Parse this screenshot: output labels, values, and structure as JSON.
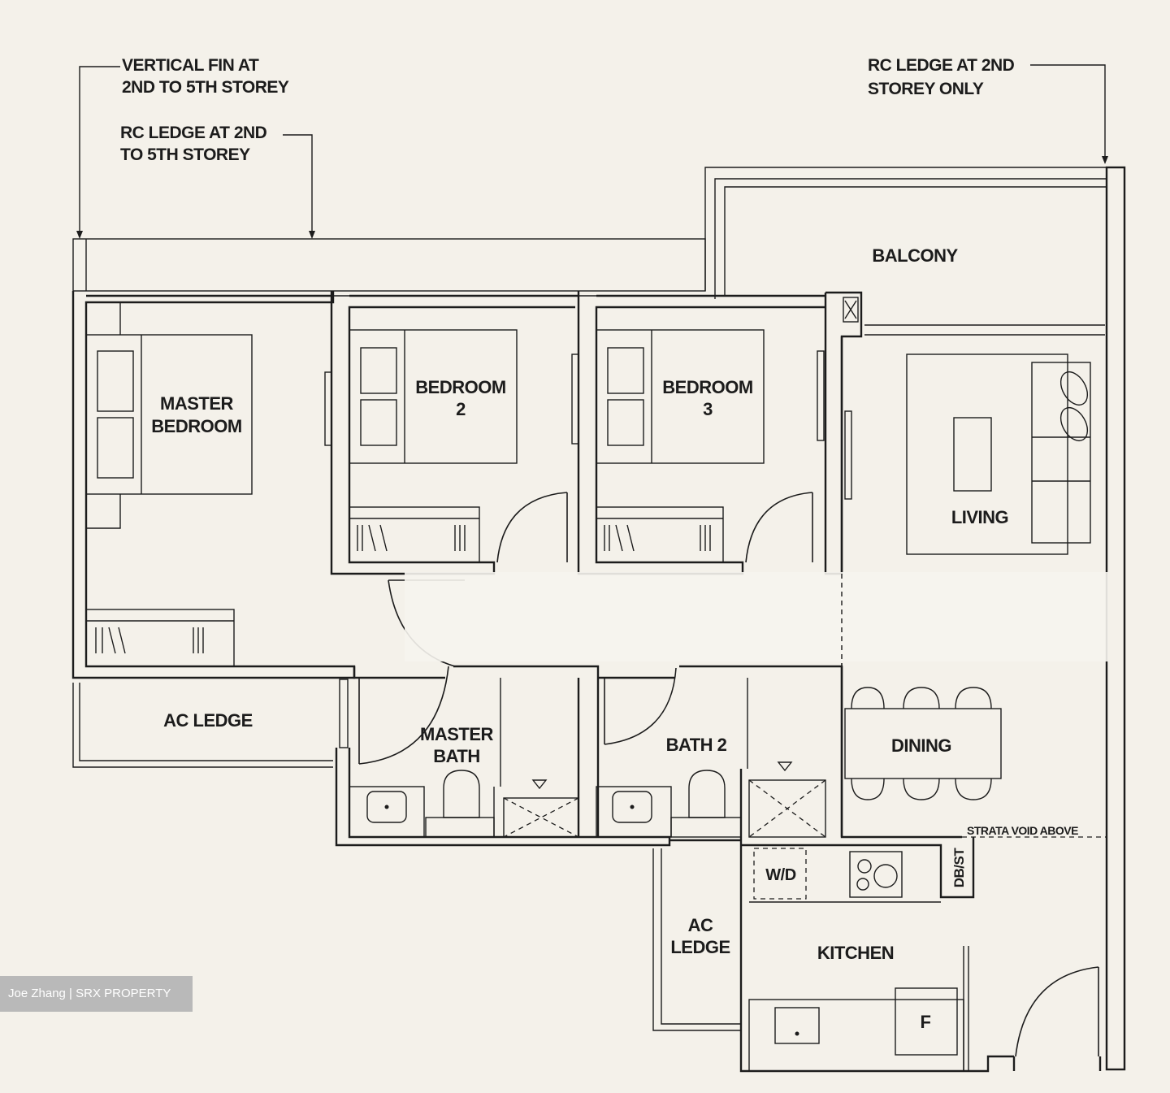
{
  "notes": {
    "vertical_fin_line1": "VERTICAL FIN AT",
    "vertical_fin_line2": "2ND TO 5TH STOREY",
    "rc_ledge_left_line1": "RC LEDGE AT 2ND",
    "rc_ledge_left_line2": "TO 5TH STOREY",
    "rc_ledge_right_line1": "RC LEDGE AT 2ND",
    "rc_ledge_right_line2": "STOREY ONLY",
    "strata_void": "STRATA VOID ABOVE"
  },
  "rooms": {
    "balcony": "BALCONY",
    "master_bedroom_line1": "MASTER",
    "master_bedroom_line2": "BEDROOM",
    "bedroom2_line1": "BEDROOM",
    "bedroom2_line2": "2",
    "bedroom3_line1": "BEDROOM",
    "bedroom3_line2": "3",
    "living": "LIVING",
    "ac_ledge_left": "AC LEDGE",
    "master_bath_line1": "MASTER",
    "master_bath_line2": "BATH",
    "bath2": "BATH 2",
    "dining": "DINING",
    "washer_dryer": "W/D",
    "db_st": "DB/ST",
    "ac_ledge_lower_line1": "AC",
    "ac_ledge_lower_line2": "LEDGE",
    "kitchen": "KITCHEN",
    "fridge": "F"
  },
  "watermark": "Joe Zhang | SRX PROPERTY"
}
